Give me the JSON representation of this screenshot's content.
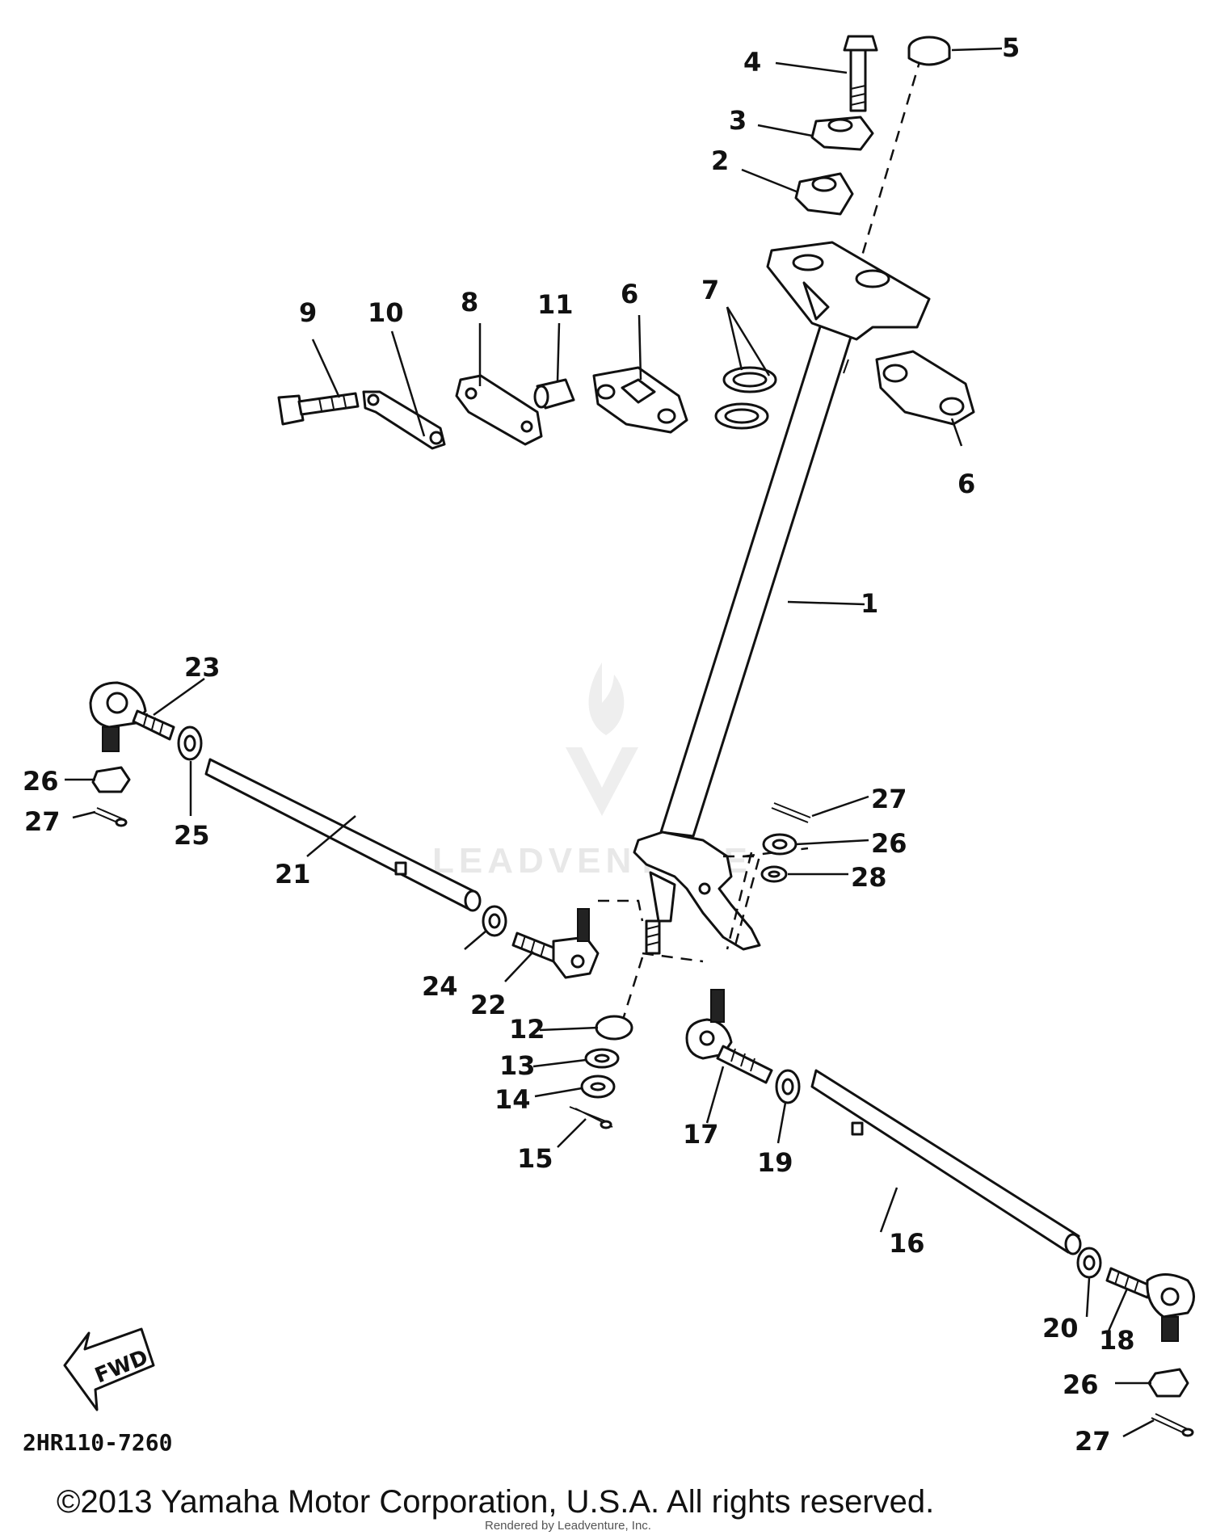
{
  "diagram_code": "2HR110-7260",
  "copyright": "©2013 Yamaha Motor Corporation, U.S.A. All rights reserved.",
  "rendered_by": "Rendered by Leadventure, Inc.",
  "watermark": "LEADVENTURE",
  "fwd_label": "FWD",
  "callouts": [
    "1",
    "2",
    "3",
    "4",
    "5",
    "6",
    "6",
    "7",
    "8",
    "9",
    "10",
    "11",
    "12",
    "13",
    "14",
    "15",
    "16",
    "17",
    "18",
    "19",
    "20",
    "21",
    "22",
    "23",
    "24",
    "25",
    "26",
    "26",
    "26",
    "27",
    "27",
    "27",
    "28"
  ]
}
